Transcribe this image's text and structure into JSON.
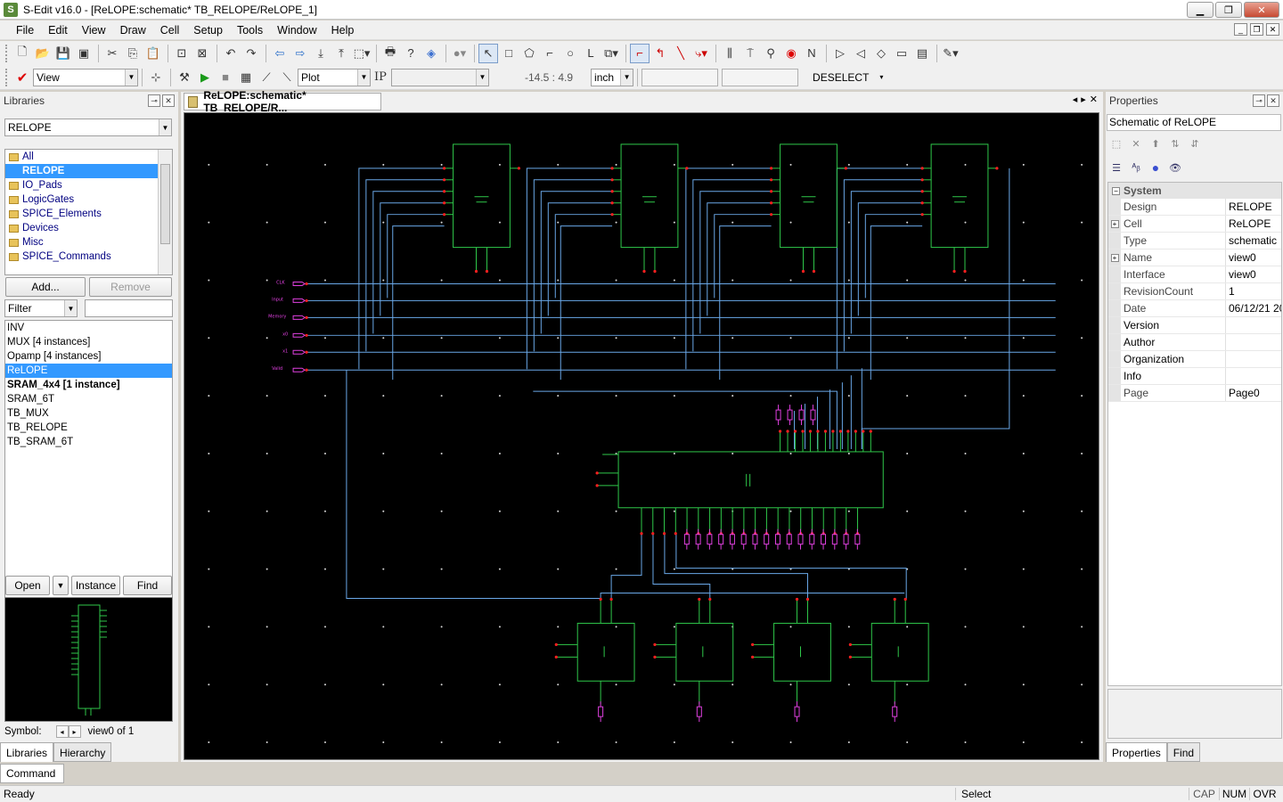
{
  "window": {
    "app_icon": "S",
    "title": "S-Edit v16.0 - [ReLOPE:schematic* TB_RELOPE/ReLOPE_1]"
  },
  "menu": [
    "File",
    "Edit",
    "View",
    "Draw",
    "Cell",
    "Setup",
    "Tools",
    "Window",
    "Help"
  ],
  "toolbar": {
    "view_mode": "View",
    "plot_option": "Plot",
    "coordinates": "-14.5 : 4.9",
    "units": "inch",
    "deselect_label": "DESELECT"
  },
  "libraries": {
    "title": "Libraries",
    "selected_library": "RELOPE",
    "items": [
      "All",
      "RELOPE",
      "IO_Pads",
      "LogicGates",
      "SPICE_Elements",
      "Devices",
      "Misc",
      "SPICE_Commands"
    ],
    "add_label": "Add...",
    "remove_label": "Remove",
    "filter_label": "Filter",
    "cells": [
      "INV",
      "MUX [4 instances]",
      "Opamp [4 instances]",
      "ReLOPE",
      "SRAM_4x4 [1 instance]",
      "SRAM_6T",
      "TB_MUX",
      "TB_RELOPE",
      "TB_SRAM_6T"
    ],
    "open_label": "Open",
    "instance_label": "Instance",
    "find_label": "Find",
    "symbol_label": "Symbol:",
    "symbol_view": "view0 of 1",
    "tabs": [
      "Libraries",
      "Hierarchy"
    ]
  },
  "document": {
    "tab_label": "ReLOPE:schematic* TB_RELOPE/R...",
    "nav": [
      "◂",
      "▸",
      "✕"
    ]
  },
  "schematic": {
    "input_ports": [
      "CLK",
      "Input",
      "Memory",
      "x0",
      "x1",
      "Valid"
    ]
  },
  "properties": {
    "title": "Properties",
    "subject": "Schematic of ReLOPE",
    "category": "System",
    "rows": [
      {
        "key": "Design",
        "value": "RELOPE",
        "expandable": false
      },
      {
        "key": "Cell",
        "value": "ReLOPE",
        "expandable": true
      },
      {
        "key": "Type",
        "value": "schematic",
        "expandable": false
      },
      {
        "key": "Name",
        "value": "view0",
        "expandable": true
      },
      {
        "key": "Interface",
        "value": "view0",
        "expandable": false
      },
      {
        "key": "RevisionCount",
        "value": "1",
        "expandable": false
      },
      {
        "key": "Date",
        "value": "06/12/21 20",
        "expandable": false
      },
      {
        "key": "Version",
        "value": "",
        "expandable": false
      },
      {
        "key": "Author",
        "value": "",
        "expandable": false
      },
      {
        "key": "Organization",
        "value": "",
        "expandable": false
      },
      {
        "key": "Info",
        "value": "",
        "expandable": false
      },
      {
        "key": "Page",
        "value": "Page0",
        "expandable": false
      }
    ],
    "tabs": [
      "Properties",
      "Find"
    ]
  },
  "command_tab": "Command",
  "status": {
    "left": "Ready",
    "mode": "Select",
    "indicators": [
      "CAP",
      "NUM",
      "OVR"
    ]
  },
  "colors": {
    "canvas_bg": "#000000",
    "wire": "#6aa8e8",
    "component": "#2fc84a",
    "port": "#e040e0",
    "pin": "#ff2020",
    "grid_dot": "#d8d8d8",
    "selection": "#3399ff"
  }
}
